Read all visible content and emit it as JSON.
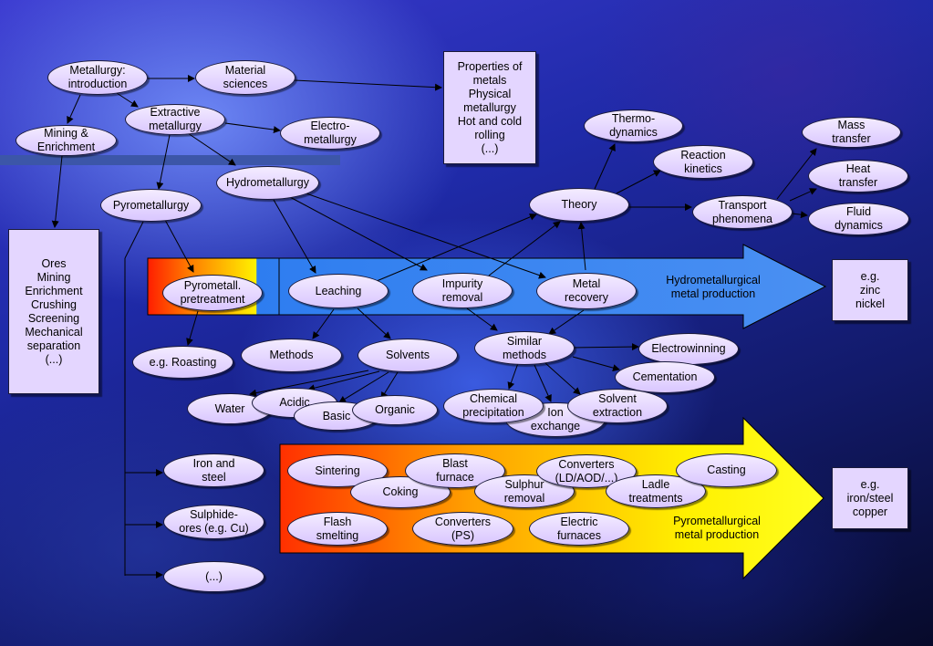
{
  "nodes": {
    "metallurgy_intro": "Metallurgy:\nintroduction",
    "material_sciences": "Material\nsciences",
    "properties": "Properties of\nmetals\nPhysical\nmetallurgy\nHot and cold\nrolling\n(...)",
    "extractive": "Extractive\nmetallurgy",
    "mining_enrichment": "Mining &\nEnrichment",
    "electro": "Electro-\nmetallurgy",
    "hydrometallurgy": "Hydrometallurgy",
    "pyrometallurgy": "Pyrometallurgy",
    "ores_list": "Ores\nMining\nEnrichment\nCrushing\nScreening\nMechanical\nseparation\n(...)",
    "thermodynamics": "Thermo-\ndynamics",
    "reaction_kinetics": "Reaction\nkinetics",
    "theory": "Theory",
    "transport": "Transport\nphenomena",
    "mass_transfer": "Mass\ntransfer",
    "heat_transfer": "Heat\ntransfer",
    "fluid_dynamics": "Fluid\ndynamics",
    "pyro_pretreatment": "Pyrometall.\npretreatment",
    "leaching": "Leaching",
    "impurity_removal": "Impurity\nremoval",
    "metal_recovery": "Metal\nrecovery",
    "eg_zinc": "e.g.\nzinc\nnickel",
    "eg_roasting": "e.g. Roasting",
    "methods": "Methods",
    "solvents": "Solvents",
    "similar_methods": "Similar\nmethods",
    "electrowinning": "Electrowinning",
    "cementation": "Cementation",
    "water": "Water",
    "acidic": "Acidic",
    "basic": "Basic",
    "organic": "Organic",
    "chem_precip": "Chemical\nprecipitation",
    "ion_exchange": "Ion\nexchange",
    "solvent_extraction": "Solvent\nextraction",
    "iron_steel": "Iron and\nsteel",
    "sulphide_ores": "Sulphide-\nores (e.g. Cu)",
    "etc": "(...)",
    "sintering": "Sintering",
    "blast_furnace": "Blast\nfurnace",
    "converters_ld": "Converters\n(LD/AOD/...)",
    "casting": "Casting",
    "coking": "Coking",
    "sulphur_removal": "Sulphur\nremoval",
    "ladle": "Ladle\ntreatments",
    "flash_smelting": "Flash\nsmelting",
    "converters_ps": "Converters\n(PS)",
    "electric_furnaces": "Electric\nfurnaces",
    "eg_iron": "e.g.\niron/steel\ncopper"
  },
  "labels": {
    "hydro_production": "Hydrometallurgical\nmetal production",
    "pyro_production": "Pyrometallurgical\nmetal production"
  },
  "colors": {
    "node_fill": "#eadcff",
    "hydro_arrow": "#3f86f0",
    "pyro_start": "#ff3a00",
    "pyro_end": "#ffff10",
    "divider": "#3c56a8"
  }
}
